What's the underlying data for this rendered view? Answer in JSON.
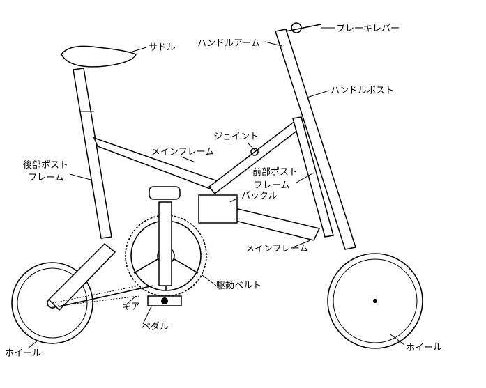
{
  "title": "Folding bicycle parts diagram",
  "labels": {
    "saddle": "サドル",
    "handle_arm": "ハンドルアーム",
    "brake_lever": "ブレーキレバー",
    "handle_post": "ハンドルポスト",
    "joint": "ジョイント",
    "main_frame_upper": "メインフレーム",
    "rear_post_frame_1": "後部ポスト",
    "rear_post_frame_2": "フレーム",
    "front_post_frame_1": "前部ポスト",
    "front_post_frame_2": "フレーム",
    "buckle": "バックル",
    "main_frame_lower": "メインフレーム",
    "drive_belt": "駆動ベルト",
    "gear": "ギア",
    "pedal": "ペダル",
    "wheel_left": "ホイール",
    "wheel_right": "ホイール"
  }
}
